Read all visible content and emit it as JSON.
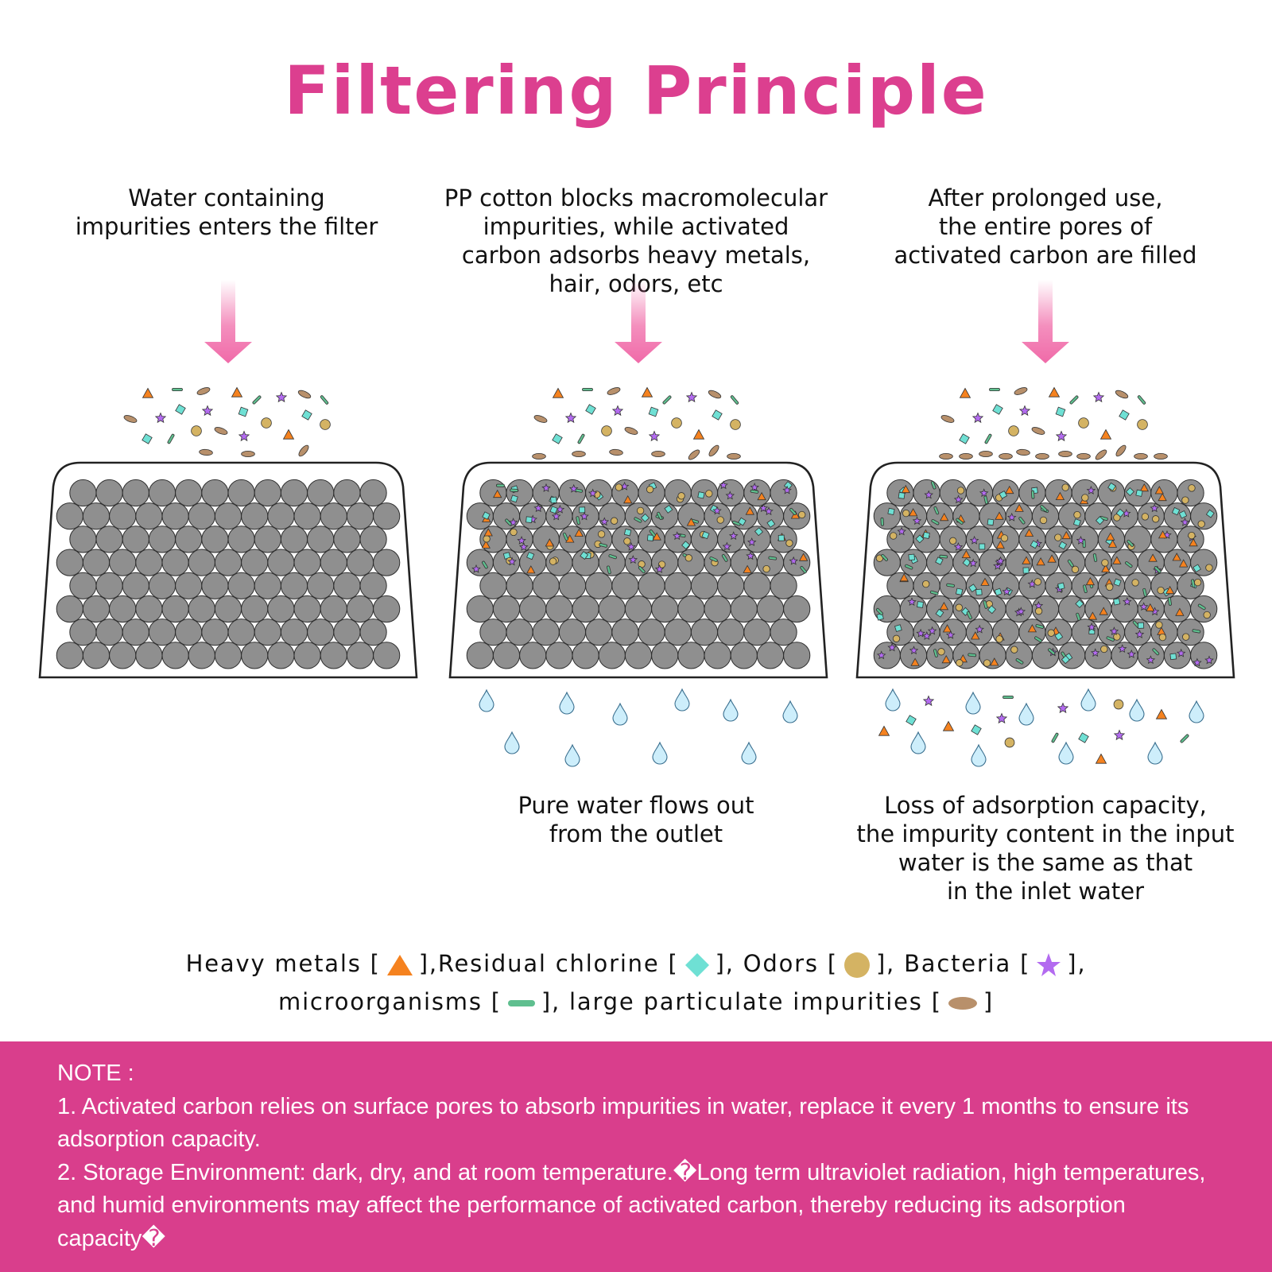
{
  "title": "Filtering Principle",
  "stages": [
    {
      "caption_top": "Water containing\nimpurities enters the filter",
      "caption_bottom": ""
    },
    {
      "caption_top": "PP cotton blocks macromolecular\nimpurities, while activated\ncarbon adsorbs heavy metals,\nhair, odors, etc",
      "caption_bottom": "Pure water flows out\nfrom the outlet"
    },
    {
      "caption_top": "After prolonged use,\nthe entire pores of\nactivated carbon are filled",
      "caption_bottom": "Loss of adsorption capacity,\nthe impurity content in the input\nwater is the same as that\nin the inlet water"
    }
  ],
  "legend": {
    "heavy_metals": "Heavy metals [",
    "residual_chlorine": "],Residual chlorine [",
    "odors": "], Odors [",
    "bacteria": "], Bacteria [",
    "end_line_1": "],",
    "microorganisms": "microorganisms [",
    "large_particulate": "], large particulate impurities [",
    "end_line_2": "]"
  },
  "colors": {
    "accent": "#dc3f8f",
    "note_background": "#d93e8c",
    "heavy_metal": "#f5821f",
    "residual_chlorine": "#6fe0d4",
    "odor": "#d4b363",
    "bacteria": "#b36bf0",
    "microorganism": "#5fbf8f",
    "large_particle": "#b8906b",
    "carbon": "#8f8f8f",
    "water_drop": "#cdeefb"
  },
  "note": {
    "heading": "NOTE :",
    "line_1": "1. Activated carbon relies on surface pores to absorb impurities in water, replace it every 1 months to ensure its adsorption capacity.",
    "line_2": "2. Storage Environment: dark, dry, and at room temperature.�Long term ultraviolet radiation, high temperatures, and humid environments may affect the performance of activated carbon, thereby reducing its adsorption capacity�"
  }
}
